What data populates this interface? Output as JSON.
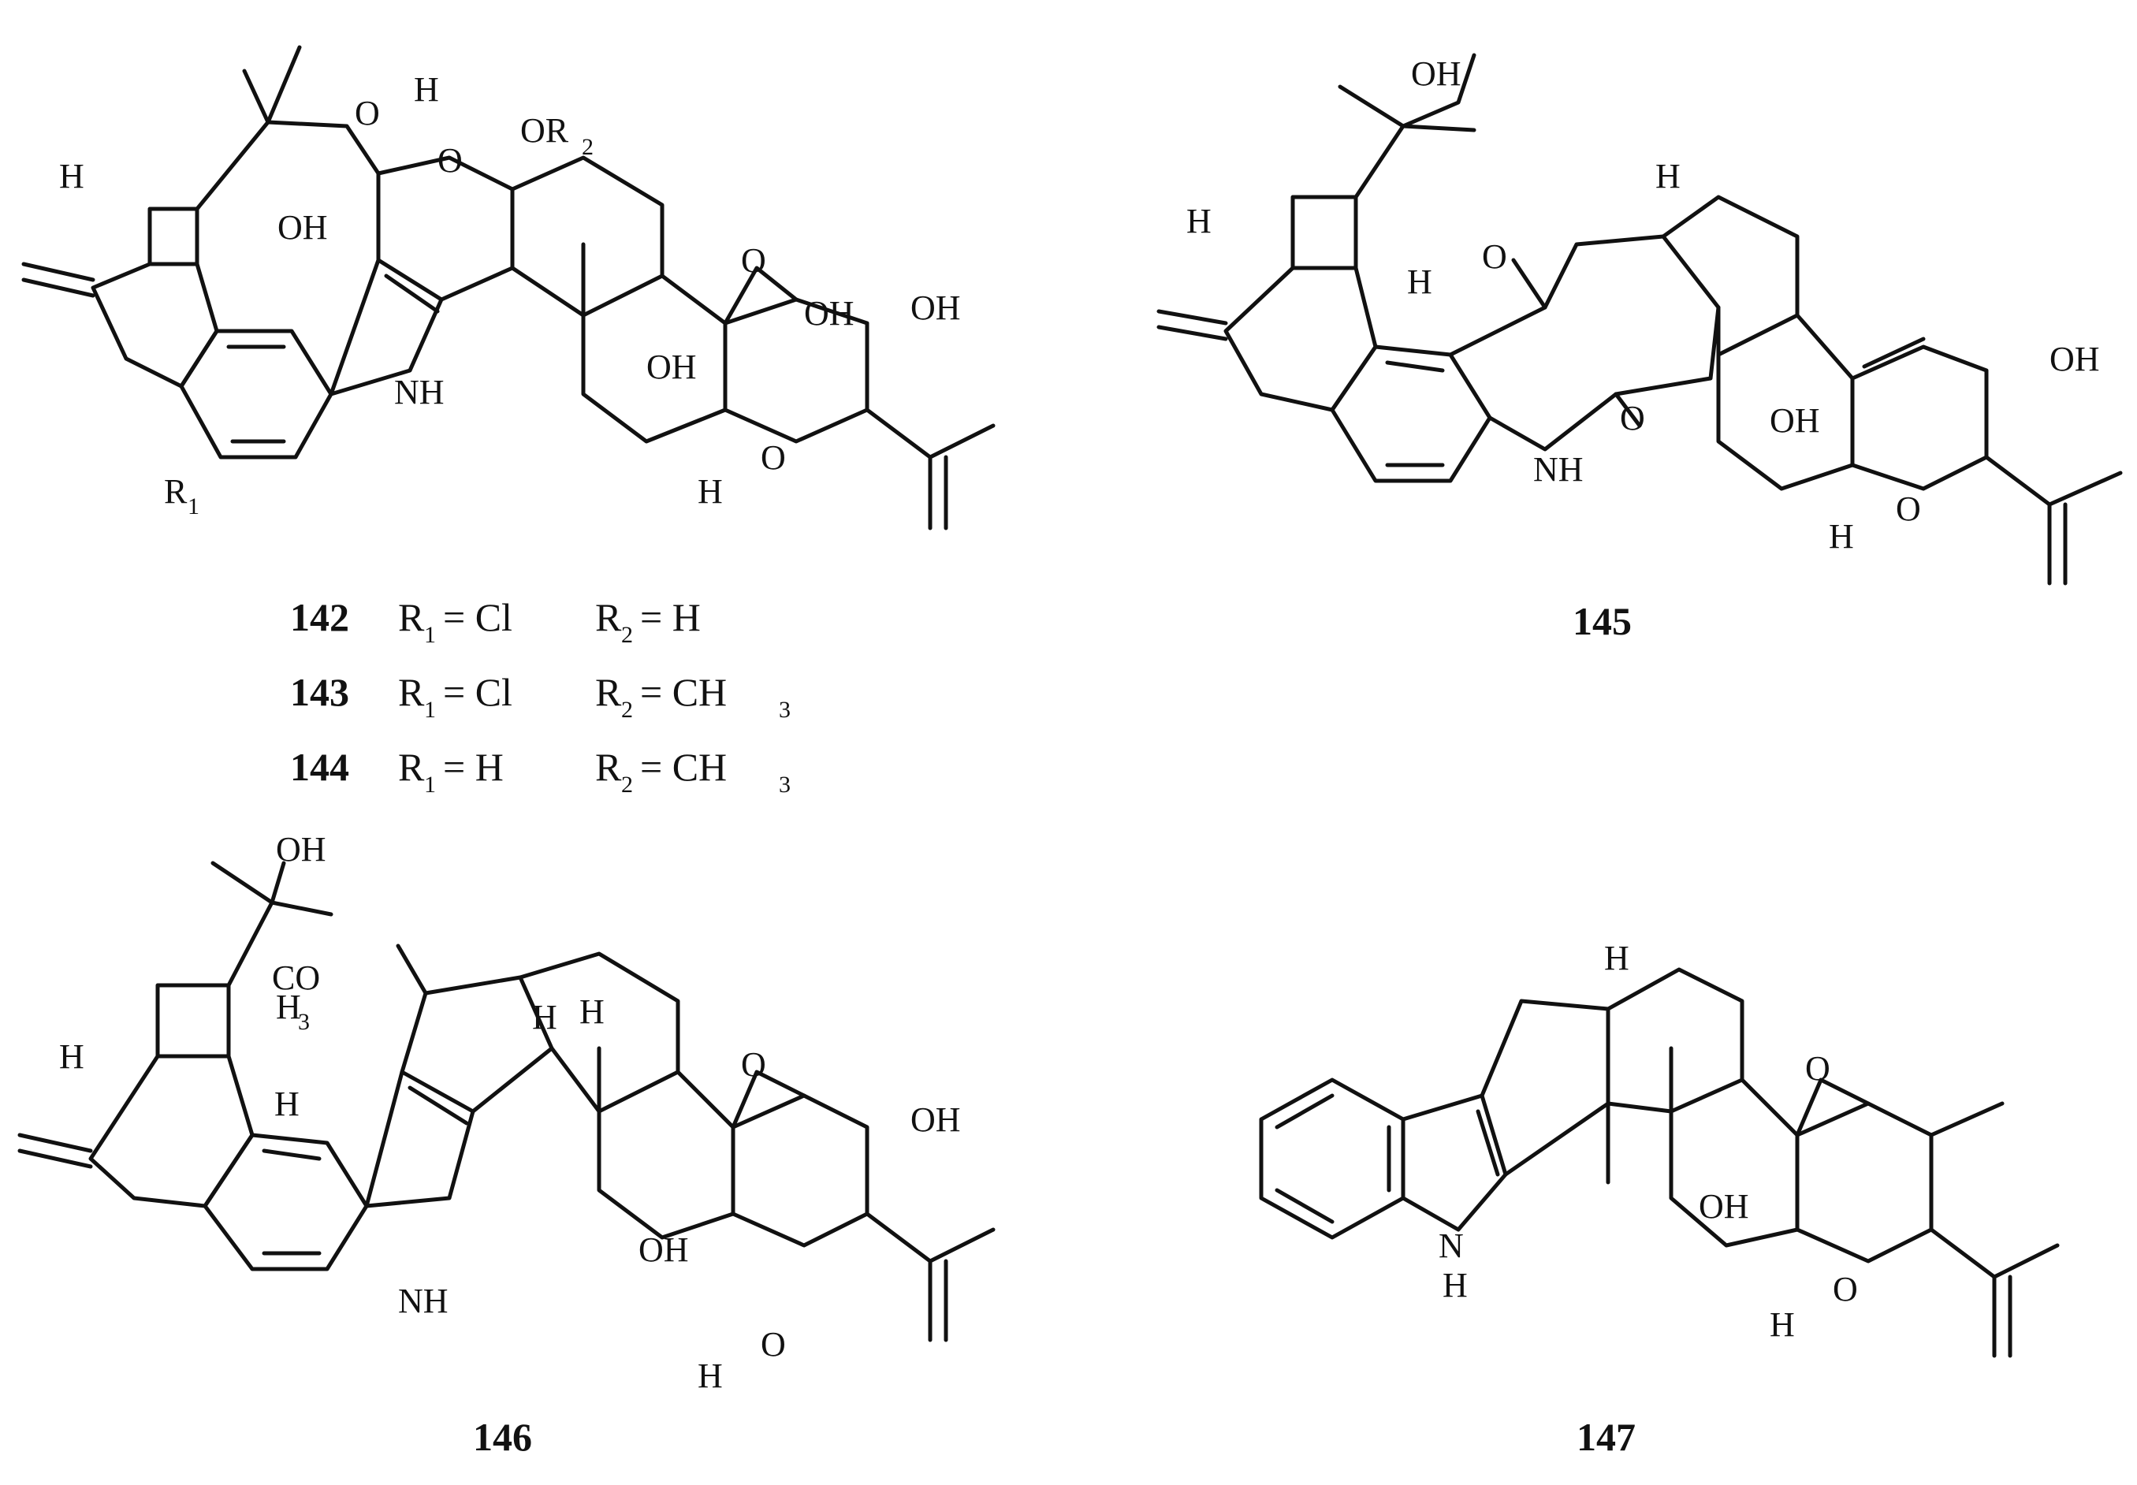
{
  "figure": {
    "compounds": [
      {
        "key": "c142_144",
        "atom_labels": [
          "H",
          "OH",
          "O",
          "H",
          "O",
          "OR",
          "2",
          "OH",
          "NH",
          "O",
          "OH",
          "OH",
          "H",
          "O",
          "R",
          "1"
        ],
        "legend": [
          {
            "id": "142",
            "r1": "R",
            "r1sub": "1",
            "r1val": "= Cl",
            "r2": "R",
            "r2sub": "2",
            "r2val": "= H",
            "r2valsub": ""
          },
          {
            "id": "143",
            "r1": "R",
            "r1sub": "1",
            "r1val": "= Cl",
            "r2": "R",
            "r2sub": "2",
            "r2val": "= CH",
            "r2valsub": "3"
          },
          {
            "id": "144",
            "r1": "R",
            "r1sub": "1",
            "r1val": "= H",
            "r2": "R",
            "r2sub": "2",
            "r2val": "= CH",
            "r2valsub": "3"
          }
        ]
      },
      {
        "key": "c145",
        "id": "145",
        "atom_labels": [
          "OH",
          "H",
          "H",
          "H",
          "O",
          "OH",
          "NH",
          "O",
          "OH",
          "H",
          "O"
        ]
      },
      {
        "key": "c146",
        "id": "146",
        "atom_labels": [
          "OH",
          "H",
          "3",
          "CO",
          "H",
          "H",
          "H",
          "O",
          "OH",
          "NH",
          "OH",
          "H",
          "O"
        ]
      },
      {
        "key": "c147",
        "id": "147",
        "atom_labels": [
          "H",
          "O",
          "OH",
          "N",
          "H",
          "H",
          "O"
        ]
      }
    ]
  }
}
